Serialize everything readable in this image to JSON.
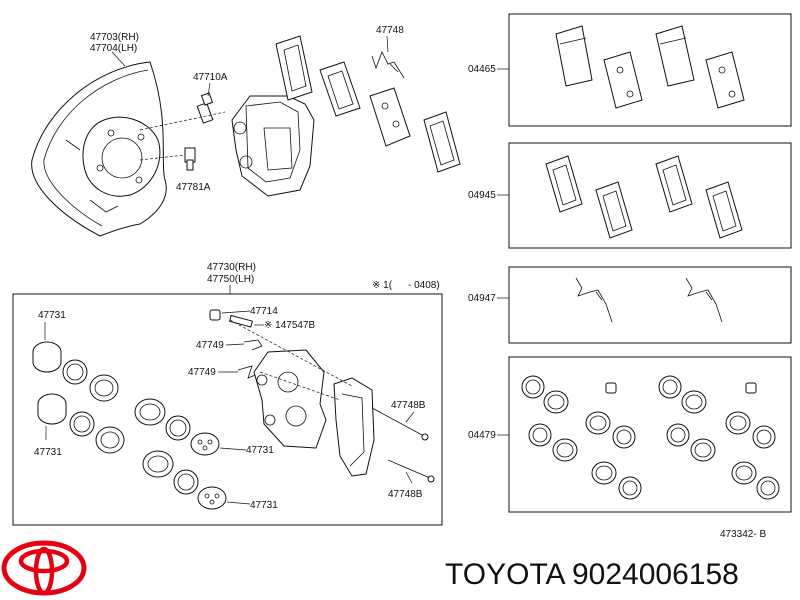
{
  "labels": {
    "shield_rh": "47703(RH)",
    "shield_lh": "47704(LH)",
    "bolt_a": "47710A",
    "bolt_b": "47781A",
    "clip_top": "47748",
    "caliper_rh": "47730(RH)",
    "caliper_lh": "47750(LH)",
    "note_mark": "※ 1(",
    "note_date": "- 0408)",
    "seal_left_top": "47731",
    "seal_left_bottom": "47731",
    "bleeder": "47714",
    "bleeder_cap": "※ 147547B",
    "pin_clip_1": "47749",
    "pin_clip_2": "47749",
    "piston_1": "47731",
    "piston_2": "47731",
    "pin_top": "47748B",
    "pin_bottom": "47748B",
    "kit_pads_1": "04465",
    "kit_pads_2": "04945",
    "kit_springs": "04947",
    "kit_seals": "04479",
    "drawing_no": "473342- B"
  },
  "brand": {
    "name": "TOYOTA",
    "part_number": "9024006158",
    "logo": "toyota-logo"
  }
}
